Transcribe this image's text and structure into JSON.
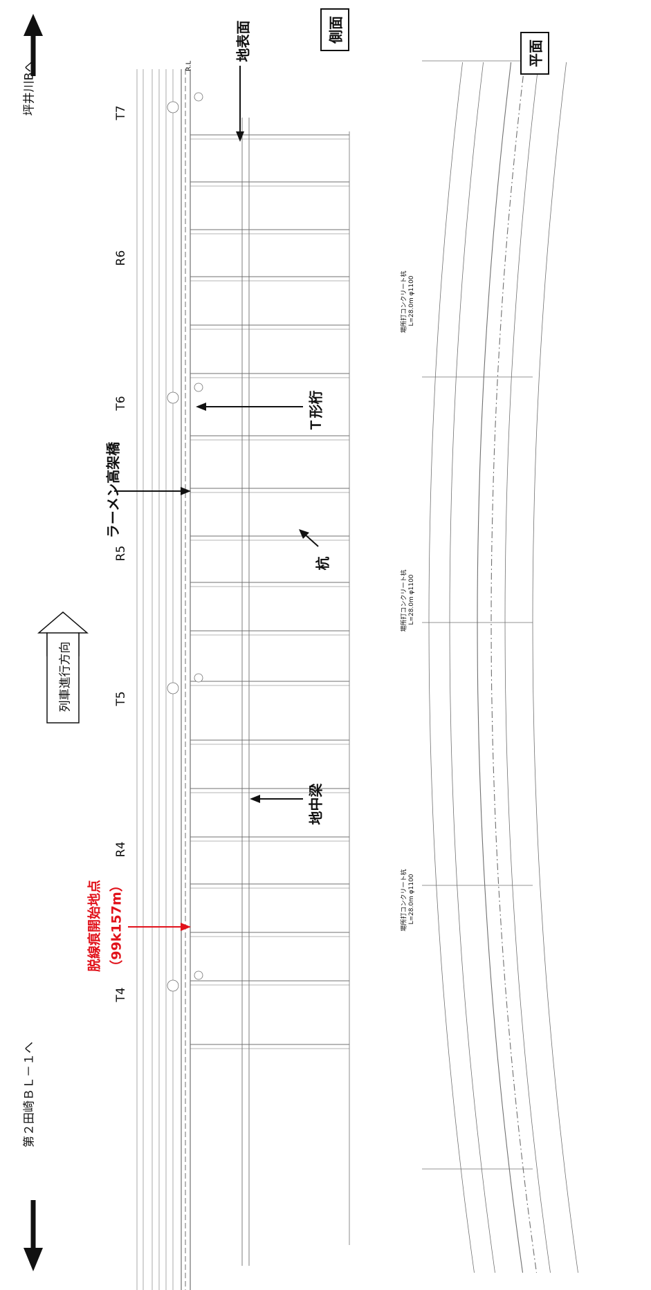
{
  "directions": {
    "to_top": "坪井川Bへ",
    "to_bottom": "第２田崎ＢＬ－１へ",
    "travel": "列車進行方向"
  },
  "views": {
    "side": "側面",
    "plan": "平面"
  },
  "piers": [
    "T7",
    "R6",
    "T6",
    "R5",
    "T5",
    "R4",
    "T4"
  ],
  "callouts": {
    "ground_surface": "地表面",
    "t_girder": "Ｔ形桁",
    "rigid_frame": "ラーメン高架橋",
    "pile": "杭",
    "ground_beam": "地中梁",
    "derail_start_line1": "脱線痕開始地点",
    "derail_start_line2": "（99k157m）"
  },
  "small_labels": {
    "rl": "R.L",
    "pile_note": "場所打コンクリート杭",
    "pile_spec": "L=28.0m φ1100"
  },
  "colors": {
    "accent_red": "#e1121b",
    "ink": "#111111",
    "drawing_line": "#6f6f6f"
  }
}
